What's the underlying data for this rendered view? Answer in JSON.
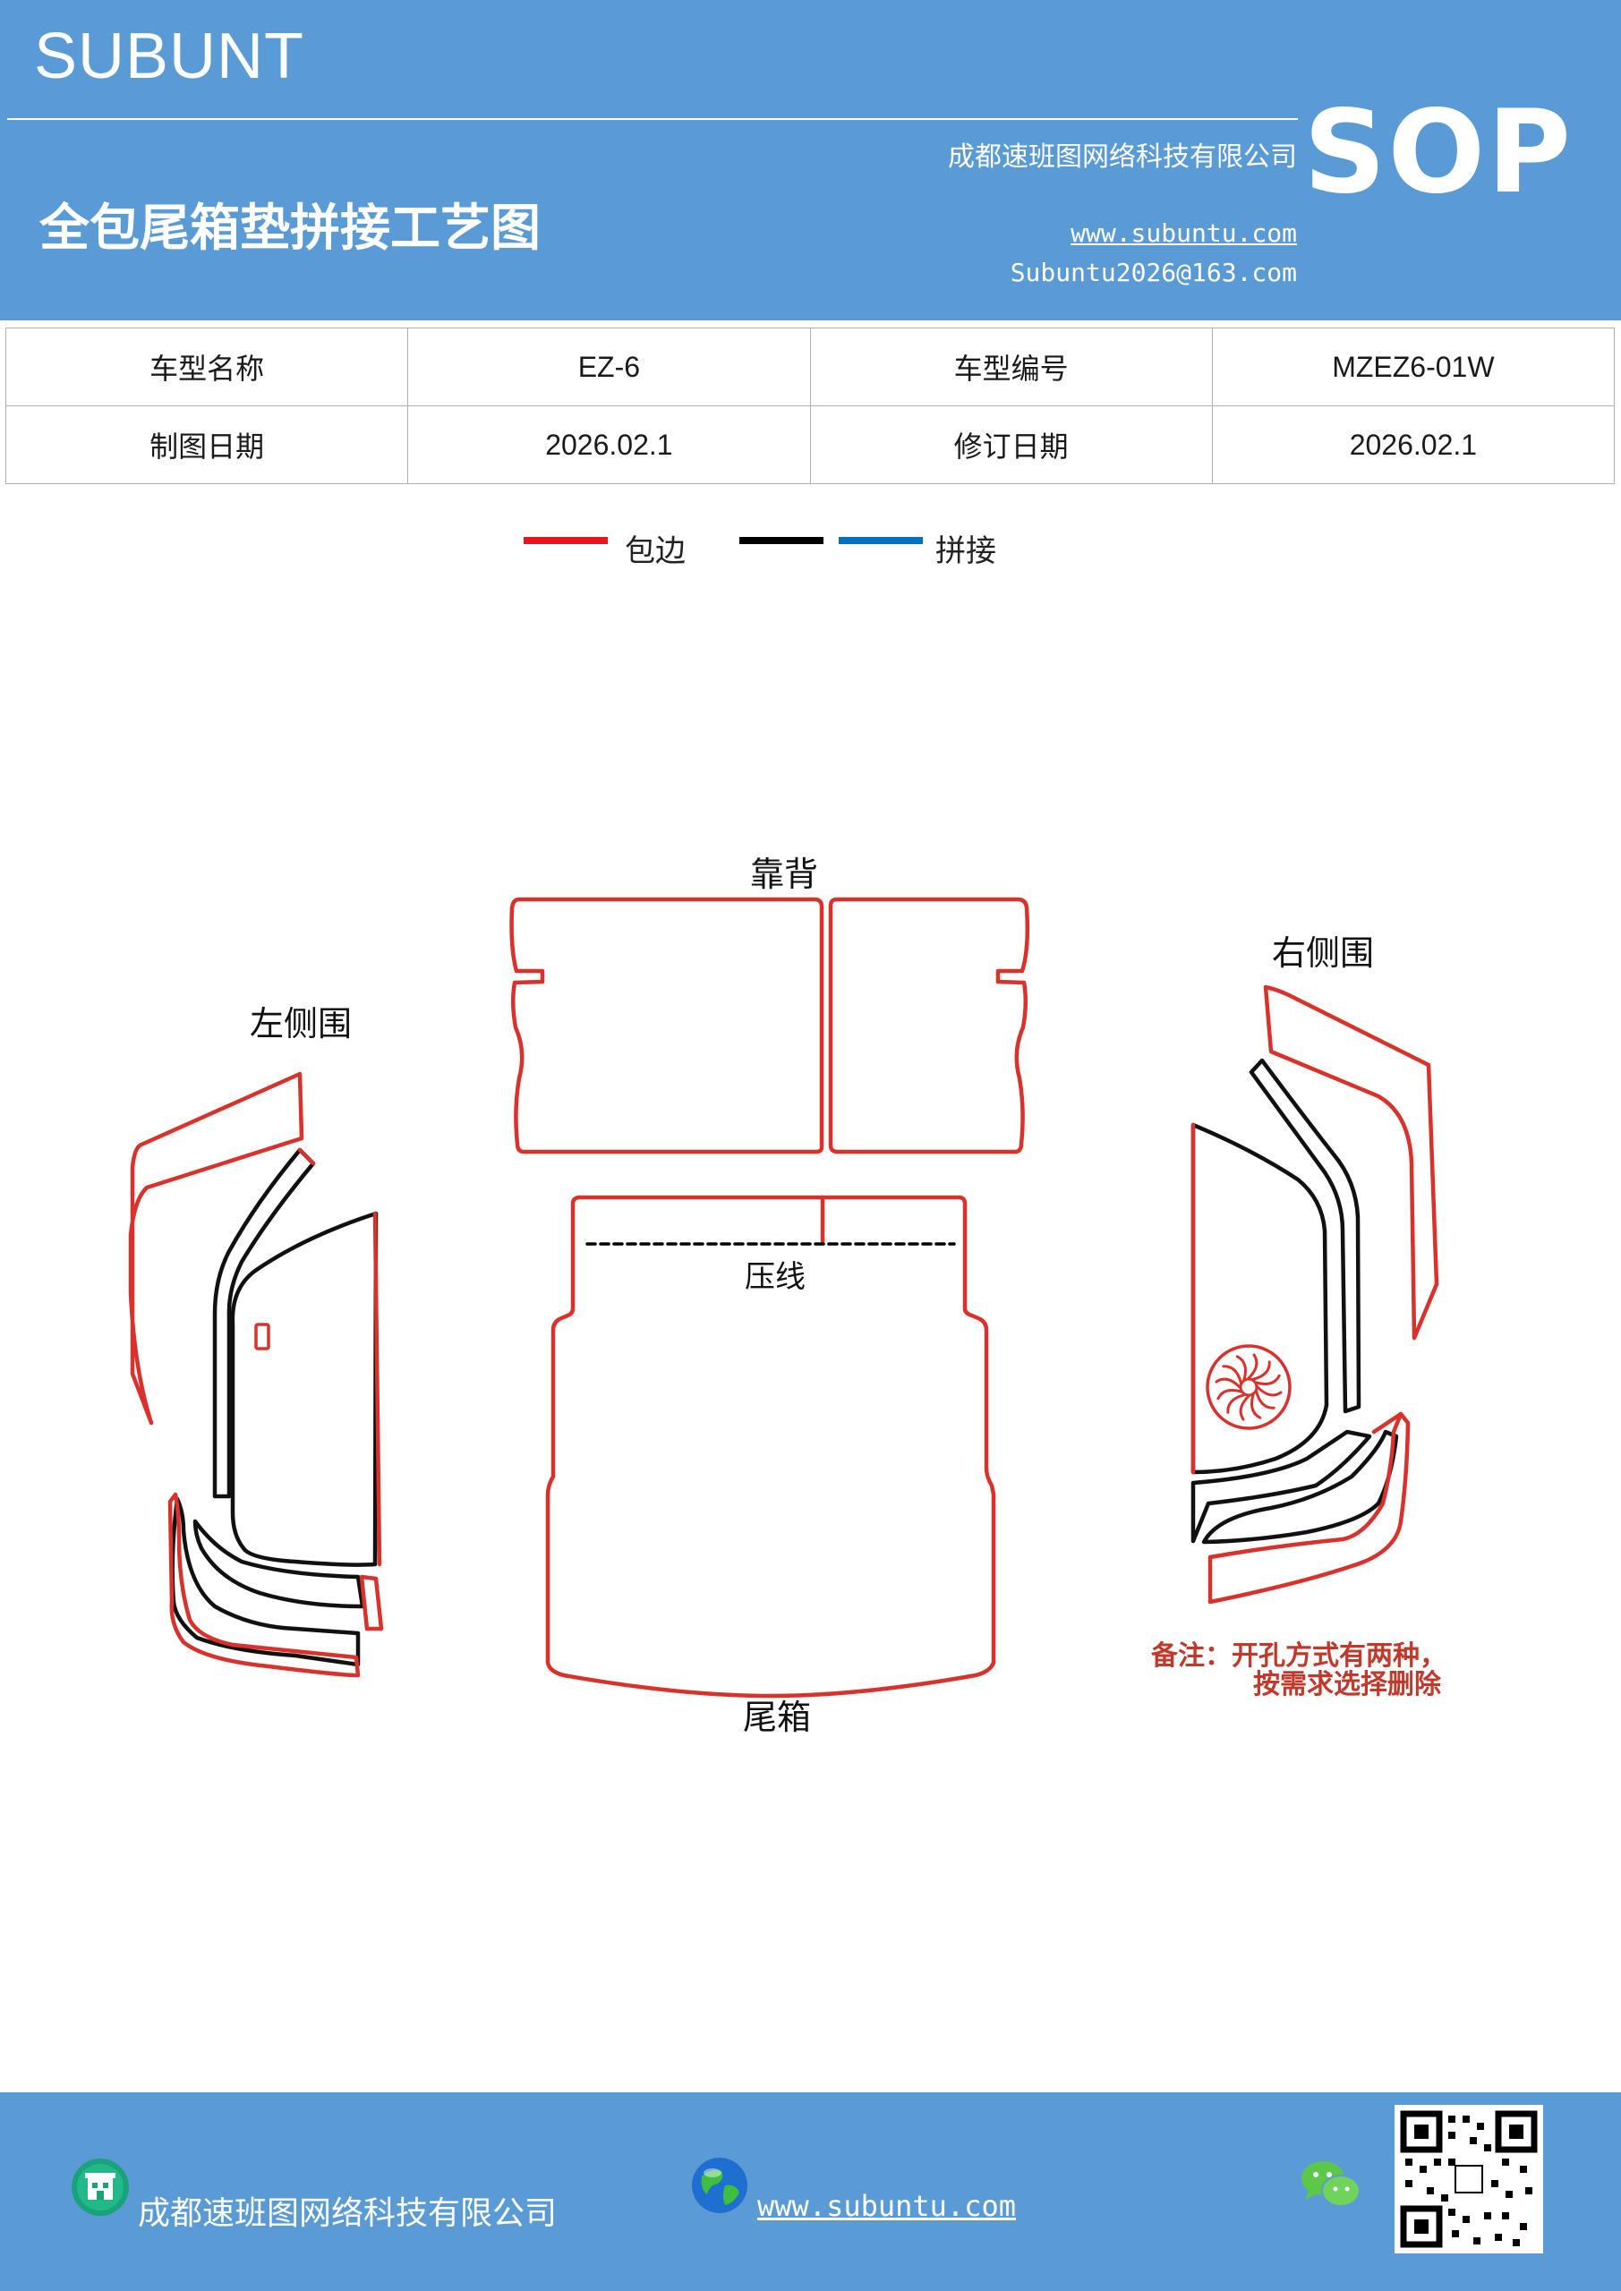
{
  "header": {
    "brand": "SUBUNT",
    "badge": "SOP",
    "company": "成都速班图网络科技有限公司",
    "title": "全包尾箱垫拼接工艺图",
    "website": "www.subuntu.com",
    "email": "Subuntu2026@163.com",
    "background_color": "#5b9bd5"
  },
  "info_table": {
    "rows": [
      {
        "label1": "车型名称",
        "value1": "EZ-6",
        "label2": "车型编号",
        "value2": "MZEZ6-01W"
      },
      {
        "label1": "制图日期",
        "value1": "2026.02.1",
        "label2": "修订日期",
        "value2": "2026.02.1"
      }
    ]
  },
  "legend": {
    "items": [
      {
        "color": "#e8141b",
        "label": "包边"
      },
      {
        "color": "#000000",
        "label": ""
      },
      {
        "color": "#0070c0",
        "label": "拼接"
      }
    ]
  },
  "diagram": {
    "backrest_label": "靠背",
    "left_side_label": "左侧围",
    "right_side_label": "右侧围",
    "crease_label": "压线",
    "trunk_label": "尾箱",
    "note_line1": "备注：开孔方式有两种，",
    "note_line2": "按需求选择删除",
    "edge_color": "#d9312b",
    "note_color": "#c0392b"
  },
  "footer": {
    "company": "成都速班图网络科技有限公司",
    "website": "www.subuntu.com",
    "company_icon": "building-icon",
    "web_icon": "globe-icon",
    "chat_icon": "wechat-icon",
    "qr": "qr-code"
  }
}
